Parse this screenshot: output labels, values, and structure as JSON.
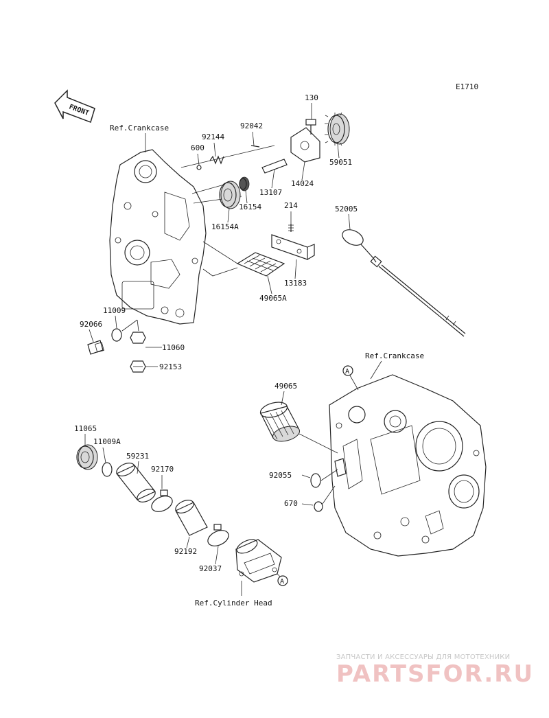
{
  "diagram": {
    "code": "E1710",
    "front_label": "FRONT",
    "refs": {
      "crankcase_left": "Ref.Crankcase",
      "crankcase_right": "Ref.Crankcase",
      "cylinder_head": "Ref.Cylinder Head"
    },
    "callout_a": "A",
    "part_numbers": {
      "p130": "130",
      "p92042": "92042",
      "p92144": "92144",
      "p600": "600",
      "p59051": "59051",
      "p13107": "13107",
      "p14024": "14024",
      "p16154": "16154",
      "p16154A": "16154A",
      "p214": "214",
      "p52005": "52005",
      "p13183": "13183",
      "p49065A": "49065A",
      "p11009": "11009",
      "p92066": "92066",
      "p11060": "11060",
      "p92153": "92153",
      "p49065": "49065",
      "p92055": "92055",
      "p670": "670",
      "p11065": "11065",
      "p11009A": "11009A",
      "p59231": "59231",
      "p92170": "92170",
      "p92192": "92192",
      "p92037": "92037"
    }
  },
  "watermark": {
    "tagline": "ЗАПЧАСТИ И АКСЕССУАРЫ ДЛЯ МОТОТЕХНИКИ",
    "logo": "PARTSFOR.RU"
  }
}
